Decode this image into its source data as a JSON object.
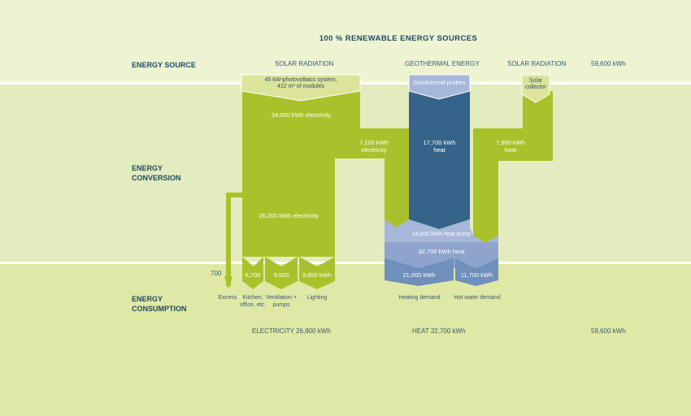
{
  "title": "100 % RENEWABLE ENERGY SOURCES",
  "rows": {
    "source": "ENERGY SOURCE",
    "conversion_1": "ENERGY",
    "conversion_2": "CONVERSION",
    "consumption_1": "ENERGY",
    "consumption_2": "CONSUMPTION"
  },
  "sources": {
    "solar_1": "SOLAR RADIATION",
    "geothermal": "GEOTHERMAL ENERGY",
    "solar_2": "SOLAR RADIATION",
    "total": "59,600 kWh"
  },
  "systems": {
    "pv_line1": "45 kW-photovoltaics system,",
    "pv_line2": "412 m² of modules",
    "probes": "Geothermal probes",
    "collector_line1": "Solar",
    "collector_line2": "collector"
  },
  "flows": {
    "electricity_total": "34,000 kWh electricity",
    "electricity_hp_1": "7,100 kWh",
    "electricity_hp_2": "electricity",
    "geo_heat_1": "17,700 kWh",
    "geo_heat_2": "heat",
    "solar_heat_1": "7,900 kWh",
    "solar_heat_2": "heat",
    "electricity_use": "26,200 kWh electricity",
    "heat_pump": "24,800 kWh heat pump",
    "heat_total": "32,700 kWh heat"
  },
  "consumption": {
    "excess_value": "700",
    "kitchen_value": "6,700",
    "ventilation_value": "9,900",
    "lighting_value": "9,600 kWh",
    "heating_value": "21,000 kWh",
    "hotwater_value": "11,700 kWh",
    "excess_label": "Excess",
    "kitchen_label_1": "Kitchen,",
    "kitchen_label_2": "office, etc.",
    "ventilation_label_1": "Ventilation +",
    "ventilation_label_2": "pumps",
    "lighting_label": "Lighting",
    "heating_label": "Heating demand",
    "hotwater_label": "Hot water demand"
  },
  "totals": {
    "electricity": "ELECTRICITY 26,900 kWh",
    "heat": "HEAT 32,700 kWh",
    "overall": "59,600 kWh"
  },
  "colors": {
    "green": "#a9c22c",
    "green_light": "#dbe49a",
    "blue_dark": "#35638a",
    "blue_mid": "#6f8fbc",
    "blue_light": "#a6b7d9"
  }
}
